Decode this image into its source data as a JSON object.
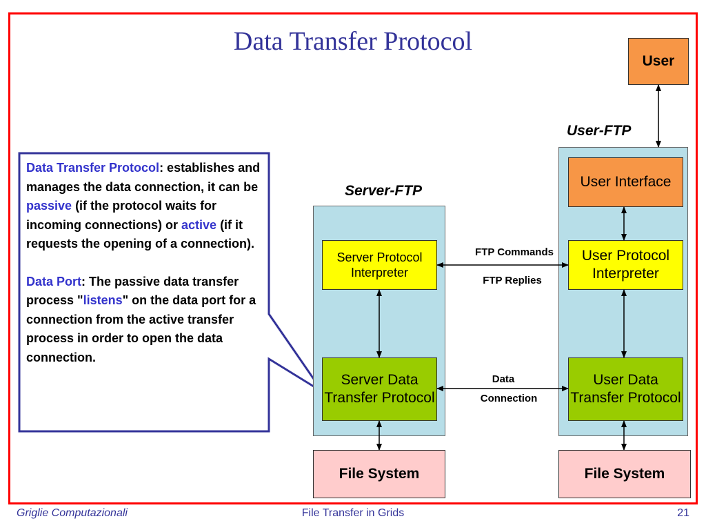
{
  "slide": {
    "title": "Data Transfer Protocol",
    "footer": {
      "left": "Griglie Computazionali",
      "center": "File Transfer in Grids",
      "page_number": "21"
    }
  },
  "callout": {
    "para1": {
      "term": "Data Transfer Protocol",
      "text_a": ": establishes and manages the data connection, it can be ",
      "passive": "passive",
      "text_b": " (if the protocol waits for incoming connections) or ",
      "active": "active",
      "text_c": " (if it requests the opening of a connection)."
    },
    "para2": {
      "term": "Data Port",
      "text_a": ": The passive data transfer process \"",
      "listens": "listens",
      "text_b": "\" on the data port for a connection from the active transfer process in order to open the data connection."
    }
  },
  "diagram": {
    "user": "User",
    "user_ftp_label": "User-FTP",
    "server_ftp_label": "Server-FTP",
    "server_pi": "Server Protocol Interpreter",
    "server_dtp": "Server Data Transfer Protocol",
    "user_interface": "User Interface",
    "user_pi": "User Protocol Interpreter",
    "user_dtp": "User Data Transfer Protocol",
    "server_fs": "File System",
    "user_fs": "File System",
    "ftp_commands": "FTP Commands",
    "ftp_replies": "FTP Replies",
    "data_connection_1": "Data",
    "data_connection_2": "Connection"
  },
  "colors": {
    "frame": "#ff0000",
    "title": "#333399",
    "panel": "#b7dee8",
    "user_box": "#f79646",
    "pi_box": "#ffff00",
    "dtp_box": "#99cc00",
    "fs_box": "#ffcccc",
    "callout_border": "#333399",
    "highlight_text": "#3333cc"
  }
}
